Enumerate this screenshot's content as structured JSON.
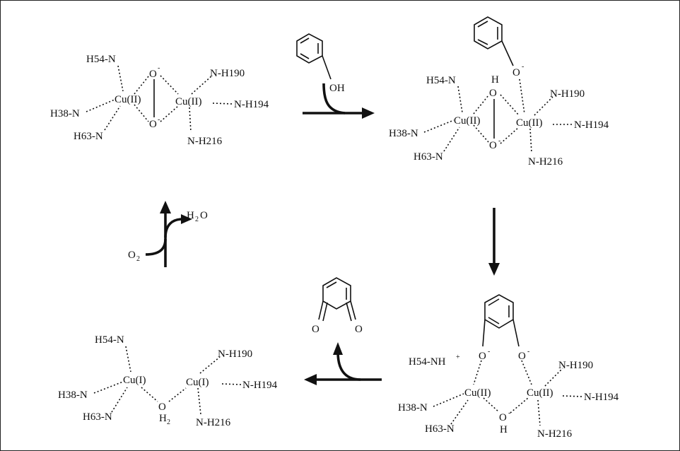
{
  "labels": {
    "h54n": "H54-N",
    "h38n": "H38-N",
    "h63n": "H63-N",
    "h54nh": "H54-NH",
    "plus": "+",
    "cu2": "Cu(II)",
    "cu1": "Cu(I)",
    "nh190": "N-H190",
    "nh194": "N-H194",
    "nh216": "N-H216",
    "o": "O",
    "h": "H",
    "minus": "-",
    "oh": "OH",
    "h2o_h": "H",
    "h2o_sub": "2",
    "h2o_o": "O",
    "o2_o": "O",
    "o2_sub": "2"
  }
}
